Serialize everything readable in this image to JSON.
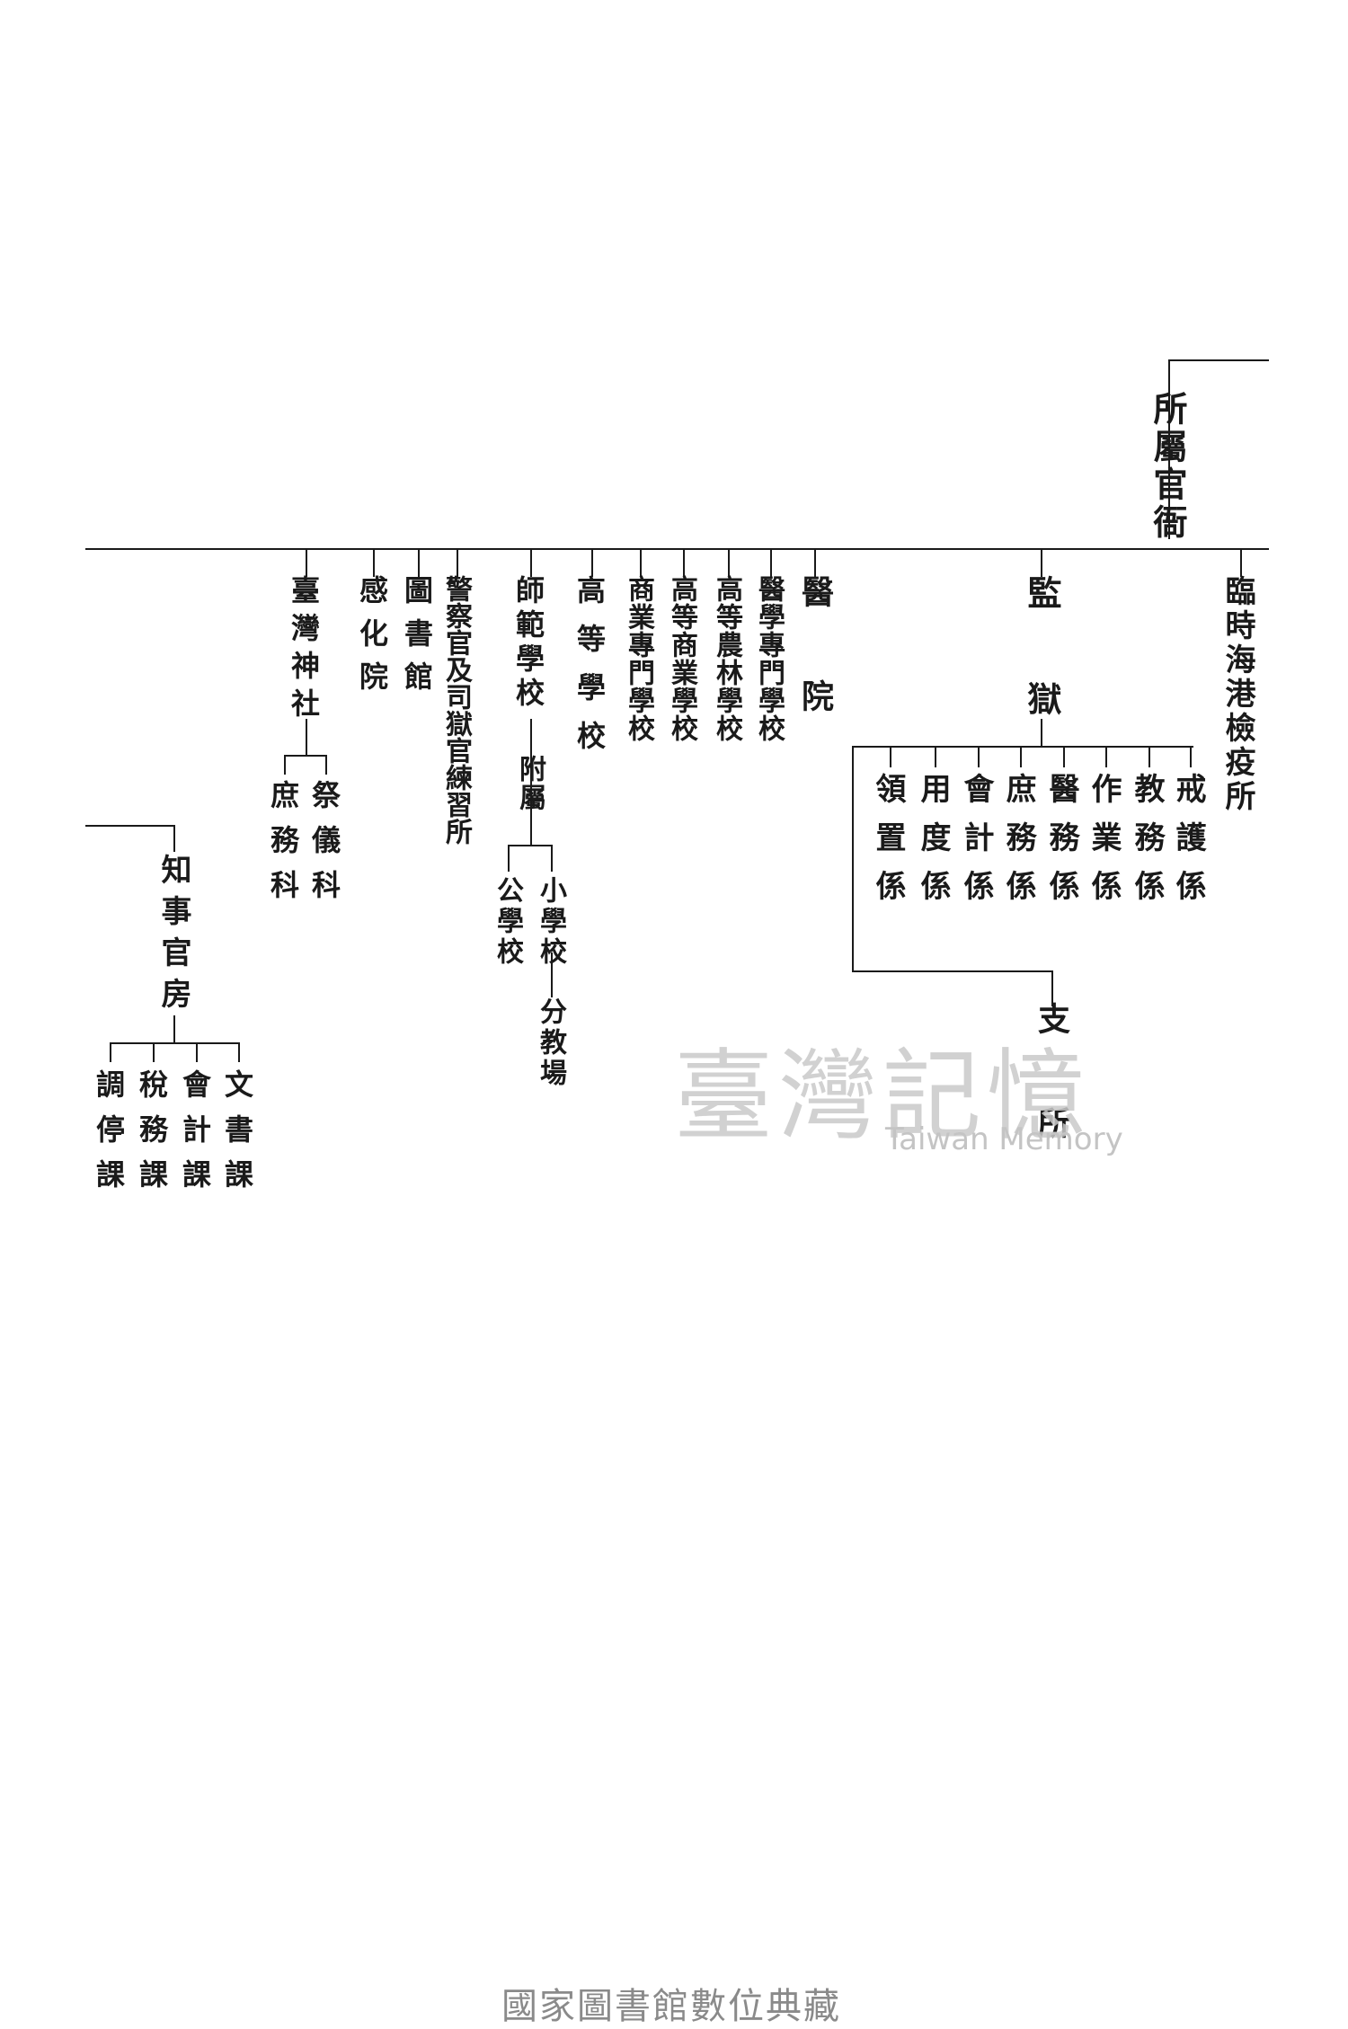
{
  "chart": {
    "header": "所屬官衙",
    "quarantine": "臨時海港檢疫所",
    "prison": "監獄",
    "prison_branch": "支所",
    "prison_sections": [
      "戒護係",
      "教務係",
      "作業係",
      "醫務係",
      "庶務係",
      "會計係",
      "用度係",
      "領置係"
    ],
    "hospital": "醫院",
    "medical_school": "醫學專門學校",
    "agri_forestry_school": "高等農林學校",
    "higher_commerce_school": "高等商業學校",
    "commerce_school": "商業專門學校",
    "higher_school": "高等學校",
    "normal_school": "師範學校",
    "attached": "附屬",
    "elementary_school": "小學校",
    "public_school": "公學校",
    "branch_teaching": "分教場",
    "police_training": "警察官及司獄官練習所",
    "library": "圖書館",
    "reformatory": "感化院",
    "shrine": "臺灣神社",
    "shrine_sections": [
      "祭儀科",
      "庶務科"
    ],
    "governor_office": "知事官房",
    "governor_sections": [
      "文書課",
      "會計課",
      "稅務課",
      "調停課"
    ]
  },
  "watermark": {
    "chinese": "臺灣記憶",
    "english": "Taiwan Memory"
  },
  "footer": {
    "text": "國家圖書館數位典藏"
  }
}
